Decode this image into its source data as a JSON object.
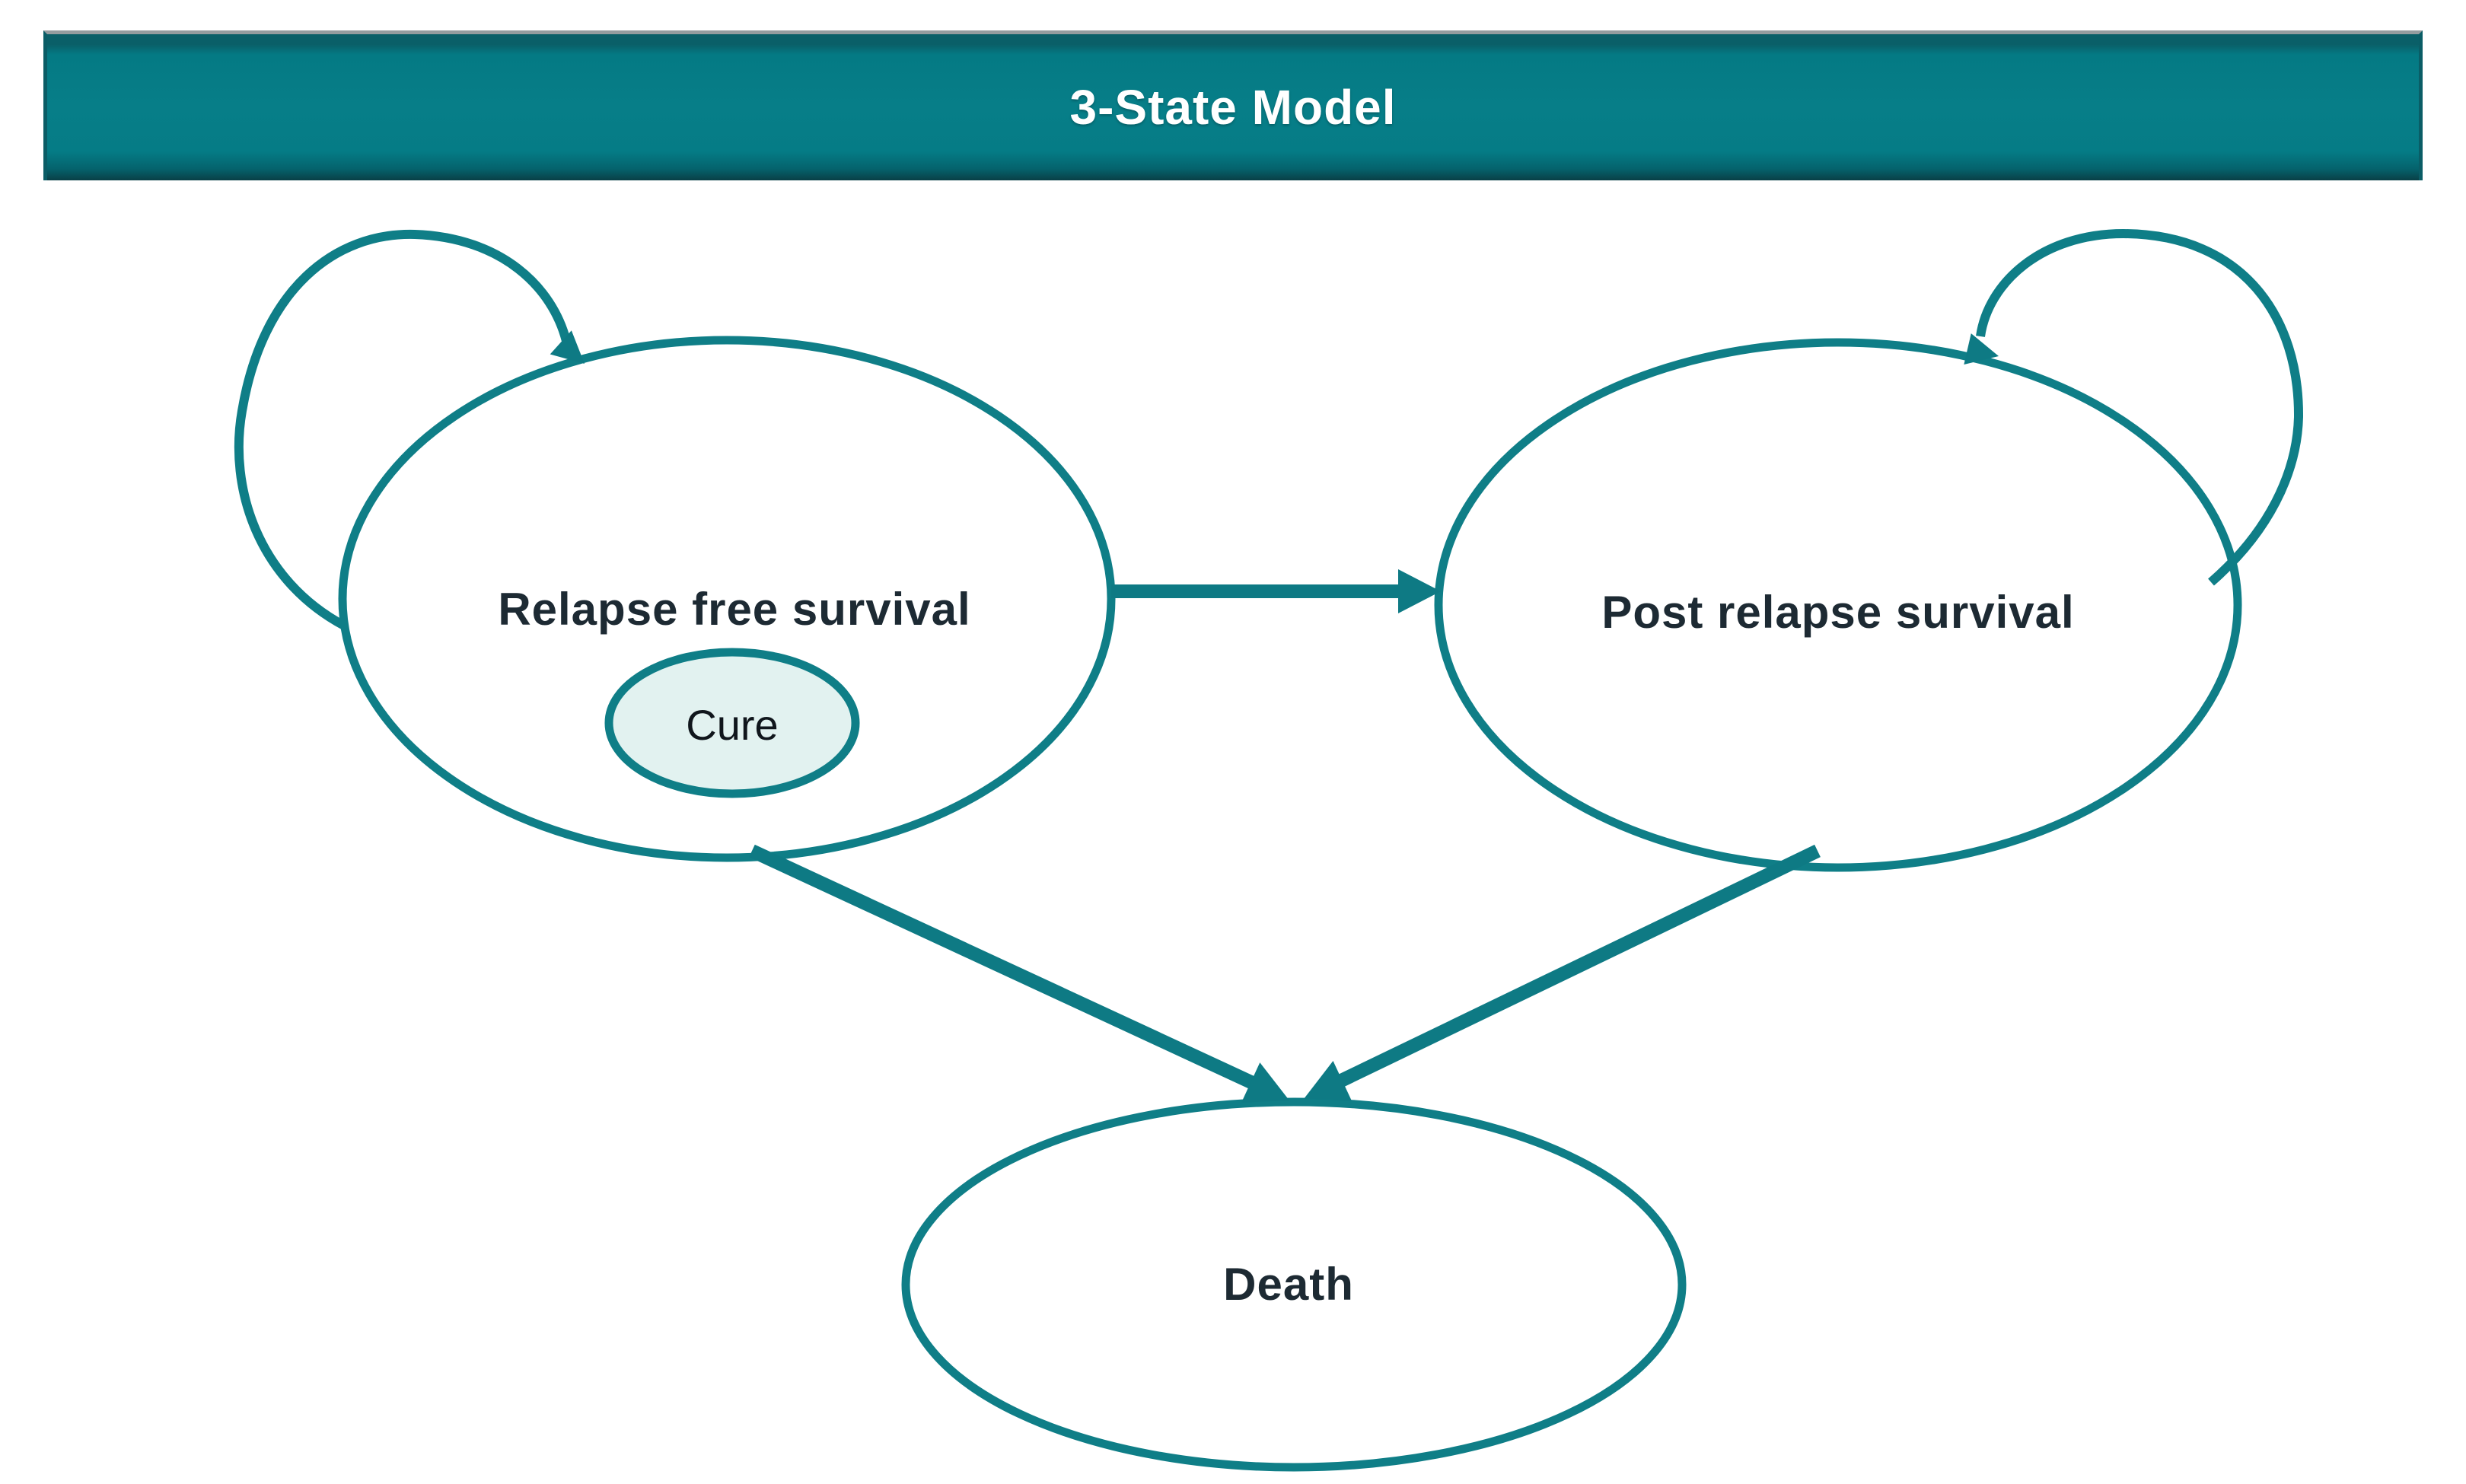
{
  "header": {
    "title": "3-State Model"
  },
  "diagram": {
    "nodes": [
      {
        "id": "relapse-free-survival",
        "label": "Relapse free survival"
      },
      {
        "id": "post-relapse-survival",
        "label": "Post relapse survival"
      },
      {
        "id": "cure",
        "label": "Cure"
      },
      {
        "id": "death",
        "label": "Death"
      }
    ],
    "edges": [
      {
        "from": "relapse-free-survival",
        "to": "relapse-free-survival",
        "type": "self-loop"
      },
      {
        "from": "post-relapse-survival",
        "to": "post-relapse-survival",
        "type": "self-loop"
      },
      {
        "from": "relapse-free-survival",
        "to": "post-relapse-survival",
        "type": "transition"
      },
      {
        "from": "relapse-free-survival",
        "to": "death",
        "type": "transition"
      },
      {
        "from": "post-relapse-survival",
        "to": "death",
        "type": "transition"
      }
    ],
    "colors": {
      "accent_bar": "#077E88",
      "node_stroke": "#0F7E87",
      "cure_fill": "#E2F2F0",
      "label_text": "#1D2A33",
      "title_text": "#FFFFFF"
    }
  }
}
